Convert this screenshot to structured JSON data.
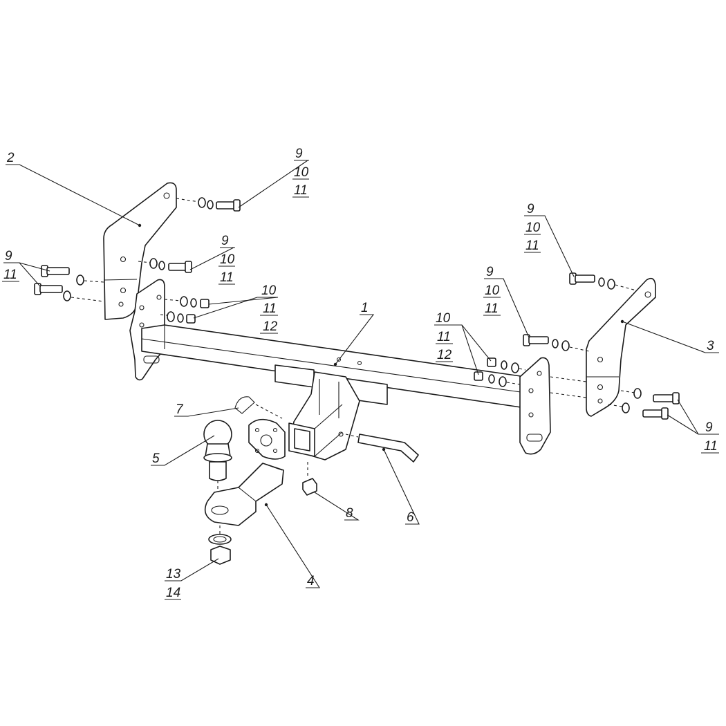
{
  "callouts": {
    "c1": "1",
    "c2": "2",
    "c3": "3",
    "c4": "4",
    "c5": "5",
    "c6": "6",
    "c7": "7",
    "c8": "8",
    "top_center": [
      "9",
      "10",
      "11"
    ],
    "mid_left": [
      "9",
      "10",
      "11"
    ],
    "far_left": [
      "9",
      "11"
    ],
    "left_nuts": [
      "10",
      "11",
      "12"
    ],
    "top_right": [
      "9",
      "10",
      "11"
    ],
    "mid_right": [
      "9",
      "10",
      "11"
    ],
    "right_nuts": [
      "10",
      "11",
      "12"
    ],
    "lower_right": [
      "9",
      "11"
    ],
    "ball_nut": [
      "13",
      "14"
    ]
  }
}
